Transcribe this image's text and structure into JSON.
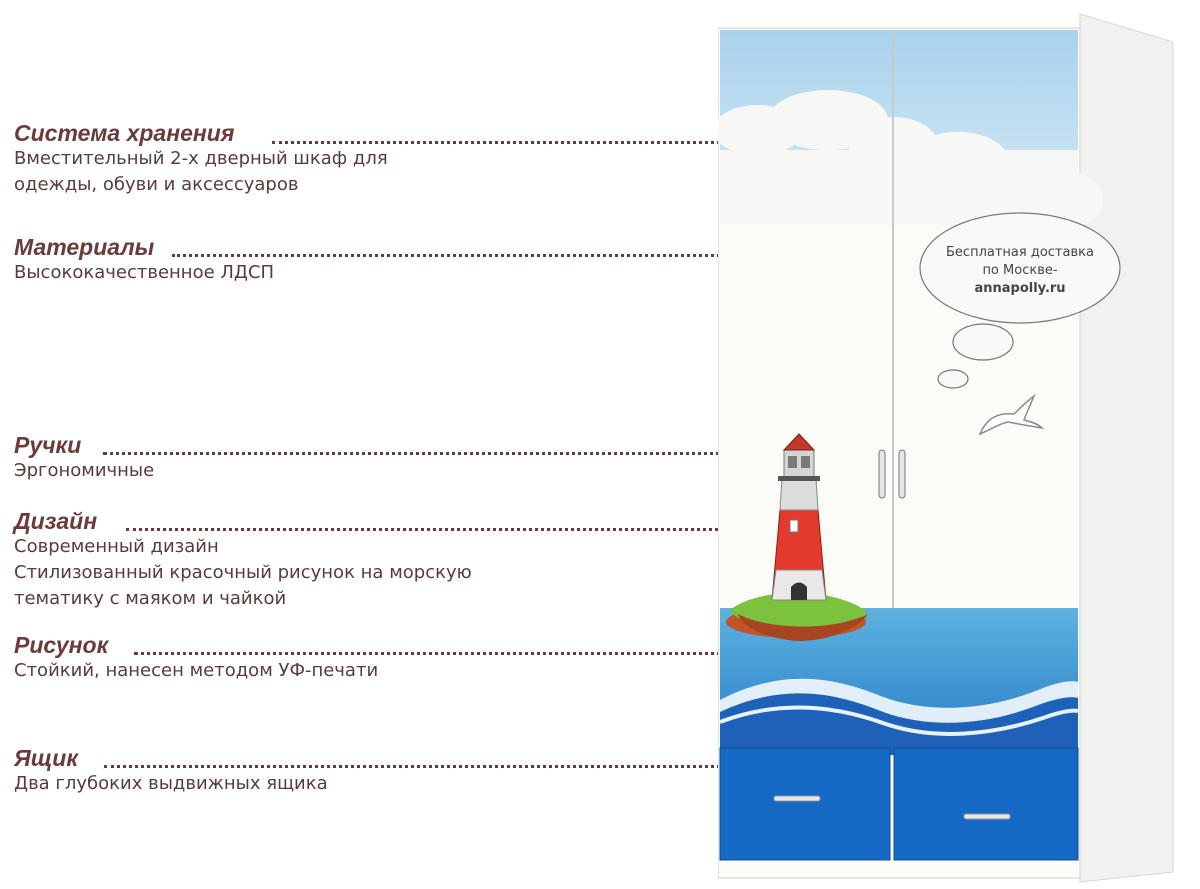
{
  "features": [
    {
      "id": "storage",
      "title": "Система хранения",
      "desc": [
        "Вместительный 2-х дверный шкаф для",
        "одежды, обуви и аксессуаров"
      ]
    },
    {
      "id": "materials",
      "title": "Материалы",
      "desc": [
        "Высококачественное ЛДСП"
      ]
    },
    {
      "id": "handles",
      "title": "Ручки",
      "desc": [
        "Эргономичные"
      ]
    },
    {
      "id": "design",
      "title": "Дизайн",
      "desc": [
        "Современный дизайн",
        "Стилизованный красочный рисунок на морскую",
        "тематику с маяком и чайкой"
      ]
    },
    {
      "id": "print",
      "title": "Рисунок",
      "desc": [
        "Стойкий, нанесен методом УФ-печати"
      ]
    },
    {
      "id": "drawer",
      "title": "Ящик",
      "desc": [
        "Два глубоких выдвижных ящика"
      ]
    }
  ],
  "bubble": {
    "line1": "Бесплатная доставка",
    "line2": "по Москве-",
    "site": "annapolly.ru"
  },
  "colors": {
    "title": "#6b3a3a",
    "dot": "#7b3a3a",
    "sky": "#bcdcee",
    "sea": "#1f6fc0",
    "drawer": "#1568c4"
  }
}
